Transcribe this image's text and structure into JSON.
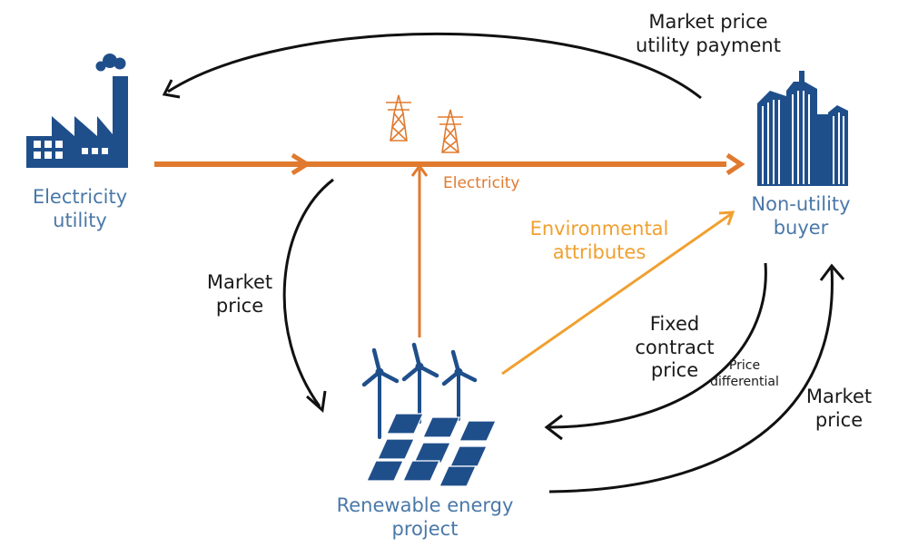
{
  "nodes": {
    "utility": {
      "line1": "Electricity",
      "line2": "utility",
      "icon": "factory-icon"
    },
    "buyer": {
      "line1": "Non-utility",
      "line2": "buyer",
      "icon": "office-buildings-icon"
    },
    "project": {
      "line1": "Renewable energy",
      "line2": "project",
      "icon": "wind-solar-icon"
    }
  },
  "flows": {
    "electricity": "Electricity",
    "environmental": {
      "line1": "Environmental",
      "line2": "attributes"
    },
    "utility_payment": {
      "line1": "Market price",
      "line2": "utility payment"
    },
    "market_price_left": {
      "line1": "Market",
      "line2": "price"
    },
    "fixed_contract": {
      "line1": "Fixed",
      "line2": "contract",
      "line3": "price"
    },
    "price_differential": {
      "line1": "Price",
      "line2": "differential"
    },
    "market_price_right": {
      "line1": "Market",
      "line2": "price"
    }
  },
  "colors": {
    "navy": "#1f4f8b",
    "label_blue": "#4a78a8",
    "electricity_orange": "#e07a2f",
    "attributes_gold": "#f0a030",
    "money_black": "#111111"
  }
}
